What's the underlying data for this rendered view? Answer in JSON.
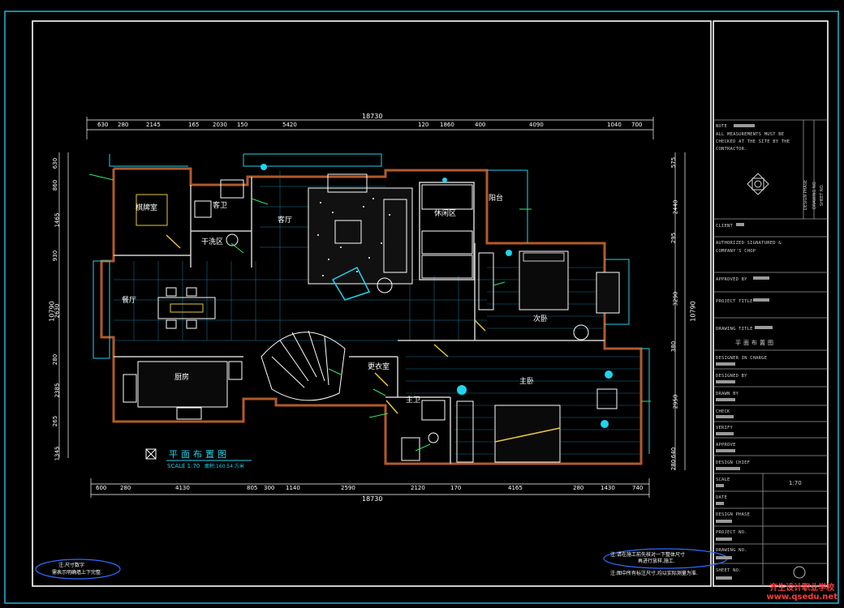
{
  "dimensions": {
    "overall_top": "18730",
    "overall_bottom": "18730",
    "overall_left": "10790",
    "overall_right": "10790",
    "top": [
      "630",
      "280",
      "2145",
      "165",
      "2030",
      "150",
      "5420",
      "120",
      "1860",
      "400",
      "4090",
      "1040",
      "700"
    ],
    "bottom": [
      "600",
      "280",
      "4130",
      "805",
      "300",
      "1140",
      "2590",
      "2120",
      "170",
      "4165",
      "280",
      "1430",
      "740"
    ],
    "left": [
      "630",
      "860",
      "1465",
      "930",
      "2630",
      "280",
      "2385",
      "265",
      "1345"
    ],
    "right": [
      "575",
      "2440",
      "295",
      "3290",
      "380",
      "2950",
      "640",
      "280"
    ]
  },
  "rooms": {
    "mahjong": "棋牌室",
    "guest_bath": "客卫",
    "laundry": "干洗区",
    "living": "客厅",
    "leisure": "休闲区",
    "balcony": "阳台",
    "dining": "餐厅",
    "second_bedroom": "次卧",
    "kitchen": "厨房",
    "dressing": "更衣室",
    "master_bedroom": "主卧",
    "master_bath": "主卫"
  },
  "title": {
    "main": "平面布置图",
    "scale": "SCALE 1:70",
    "area": "面积:160.54 方米"
  },
  "notes": {
    "left_1": "注:尺寸数字",
    "left_2": "需表示明确墙上下完整.",
    "right_1": "注:请在施工前先核对一下整体尺寸",
    "right_2": "再进行放样,施工.",
    "right_3": "注:图中所有标注尺寸,均以实际测量为准."
  },
  "title_block": {
    "note": "NOTE",
    "note_1": "ALL MEASUREMENTS MUST BE",
    "note_2": "CHECKED AT THE SITE BY THE",
    "note_3": "CONTRACTOR.",
    "vert_phase": "DESIGN PHASE",
    "vert_drawing": "DRAWING NO.",
    "vert_sheet": "SHEET NO.",
    "client": "CLIENT",
    "authorized_1": "AUTHORIZED SIGNATURED &",
    "authorized_2": "COMPANY'S CHOP",
    "approved": "APPROVED BY",
    "project_title": "PROJECT TITLE",
    "drawing_title": "DRAWING TITLE",
    "drawing_title_value": "平面布置图",
    "designer_in_charge": "DESIGNER IN CHARGE",
    "designed_by": "DESIGNED BY",
    "drawn_by": "DRAWN BY",
    "check": "CHECK",
    "verify": "VERIFY",
    "approve": "APPROVE",
    "design_chief": "DESIGN CHIEF",
    "scale": "SCALE",
    "scale_value": "1:70",
    "date": "DATE",
    "design_phase": "DESIGN PHASE",
    "project_no": "PROJECT NO.",
    "drawing_no": "DRAWING NO.",
    "sheet_no": "SHEET NO."
  },
  "watermark": {
    "line1": "齐生设计职业学校",
    "line2": "www.qsedu.net"
  }
}
